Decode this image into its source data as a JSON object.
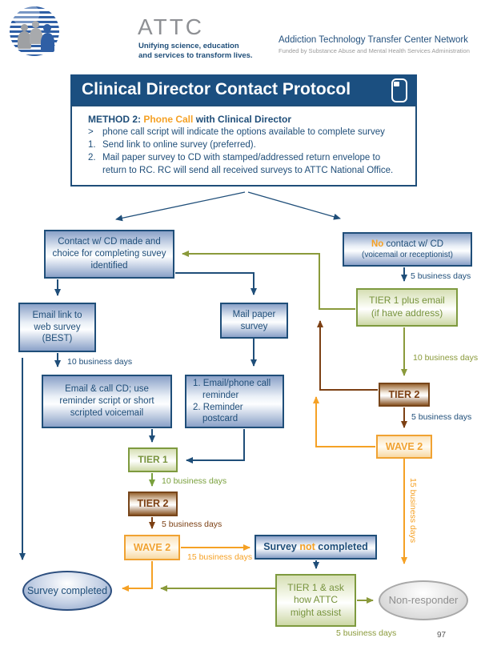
{
  "header": {
    "logo_text": "ATTC",
    "tagline_line1": "Unifying science, education",
    "tagline_line2": "and services to transform lives.",
    "network_title": "Addiction Technology Transfer Center Network",
    "network_subtitle": "Funded by Substance Abuse and Mental Health Services Administration"
  },
  "title_bar": {
    "title": "Clinical Director Contact Protocol"
  },
  "method": {
    "heading_prefix": "METHOD 2: ",
    "heading_highlight": "Phone Call",
    "heading_suffix": " with Clinical Director",
    "items": [
      {
        "marker": ">",
        "text": "phone call script will indicate the options available to complete survey"
      },
      {
        "marker": "1.",
        "text": "Send link to online survey (preferred)."
      },
      {
        "marker": "2.",
        "text": "Mail paper survey to CD with stamped/addressed return envelope to return to RC. RC will send all received surveys to ATTC National Office."
      }
    ]
  },
  "nodes": {
    "contact_made": {
      "text": "Contact w/ CD made and choice for completing suvey identified"
    },
    "no_contact": {
      "highlight": "No",
      "rest": " contact w/ CD",
      "sub": "(voicemail or receptionist)"
    },
    "email_link": {
      "text": "Email link to web survey (BEST)"
    },
    "mail_paper": {
      "text": "Mail paper survey"
    },
    "tier1_plus_email": {
      "line1": "TIER 1 plus email",
      "line2": "(if have address)"
    },
    "email_call_cd": {
      "text": "Email & call CD; use reminder script or short scripted voicemail"
    },
    "reminder": {
      "line1": "1. Email/phone call reminder",
      "line2": "2. Reminder postcard"
    },
    "tier2_right": {
      "text": "TIER 2"
    },
    "wave2_right": {
      "text": "WAVE 2"
    },
    "tier1_left": {
      "text": "TIER 1"
    },
    "tier2_left": {
      "text": "TIER 2"
    },
    "wave2_left": {
      "text": "WAVE 2"
    },
    "survey_not_completed": {
      "prefix": "Survey ",
      "highlight": "not",
      "suffix": " completed"
    },
    "tier1_ask": {
      "line1": "TIER 1 & ask",
      "line2": "how ATTC",
      "line3": "might assist"
    },
    "survey_completed": {
      "text": "Survey completed"
    },
    "non_responder": {
      "text": "Non-responder"
    }
  },
  "edge_labels": {
    "no_contact_tier1": "5 business days",
    "tier1plus_tier2": "10 business days",
    "tier2r_wave2r": "5 business days",
    "wave2r_nonresponder": "15 business days",
    "emaillink_emailcall": "10 business days",
    "tier1l_tier2l": "10 business days",
    "tier2l_wave2l": "5 business days",
    "wave2l_notcompleted": "15 business days",
    "tier1ask_bottom": "5 business days"
  },
  "page_number": "97",
  "colors": {
    "navy": "#1F4E79",
    "orange": "#F5A125",
    "olive": "#8A9A3B",
    "green": "#79A03C",
    "brown": "#7C4014",
    "titlebar": "#1B4F80"
  }
}
